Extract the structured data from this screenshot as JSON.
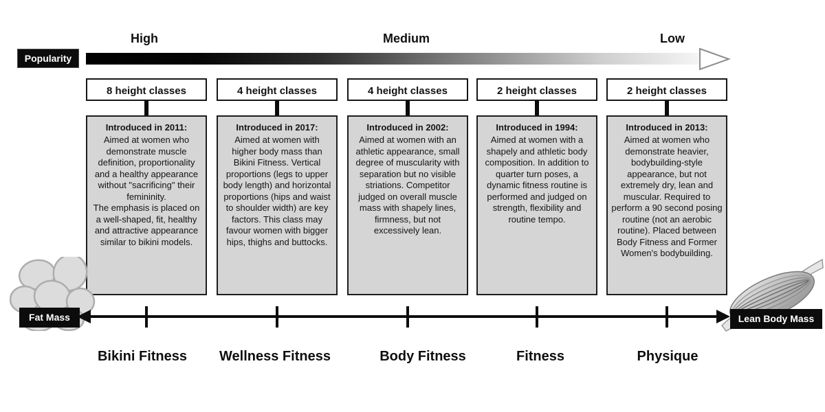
{
  "popularity": {
    "label": "Popularity",
    "high": "High",
    "medium": "Medium",
    "low": "Low"
  },
  "mass_axis": {
    "left_label": "Fat Mass",
    "right_label": "Lean Body Mass"
  },
  "illustrations": {
    "left": "fat-cells",
    "right": "skeletal-muscle"
  },
  "colors": {
    "box_fill": "#d5d5d5",
    "box_border": "#1d1d1d",
    "black": "#0c0c0c",
    "white": "#ffffff",
    "gradient_start": "#000000",
    "gradient_end": "#f5f5f5"
  },
  "categories": [
    {
      "name": "Bikini Fitness",
      "height_classes": "8 height classes",
      "intro": "Introduced in 2011:",
      "description": "Aimed at women who demonstrate muscle definition, proportionality and a healthy appearance without \"sacrificing\" their femininity.\nThe emphasis is placed on a well-shaped, fit, healthy and attractive appearance similar to bikini models."
    },
    {
      "name": "Wellness Fitness",
      "height_classes": "4 height classes",
      "intro": "Introduced in 2017:",
      "description": "Aimed at women with higher body mass than Bikini Fitness. Vertical proportions (legs to upper body length) and horizontal proportions (hips and waist to shoulder width) are key factors. This class may favour women with bigger hips, thighs and buttocks."
    },
    {
      "name": "Body Fitness",
      "height_classes": "4 height classes",
      "intro": "Introduced in 2002:",
      "description": "Aimed at women with an athletic appearance, small degree of muscularity with separation but no visible striations. Competitor judged on overall muscle mass with shapely lines, firmness, but not excessively lean."
    },
    {
      "name": "Fitness",
      "height_classes": "2 height classes",
      "intro": "Introduced in 1994:",
      "description": "Aimed at women with a shapely and athletic body composition. In addition to quarter turn poses, a dynamic fitness routine is performed and judged on strength, flexibility and routine tempo."
    },
    {
      "name": "Physique",
      "height_classes": "2 height classes",
      "intro": "Introduced in 2013:",
      "description": "Aimed at women who demonstrate heavier, bodybuilding-style appearance, but not extremely dry, lean and muscular. Required to perform a 90 second posing routine (not an aerobic routine). Placed between Body Fitness and Former Women's bodybuilding."
    }
  ]
}
